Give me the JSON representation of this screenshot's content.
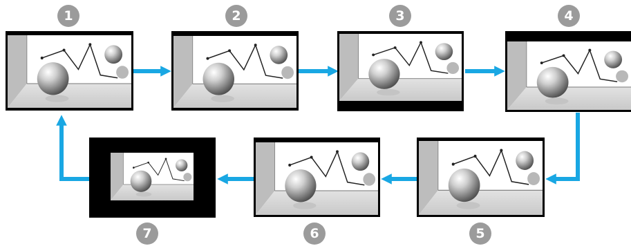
{
  "steps": [
    {
      "number": "1",
      "mode": "normal"
    },
    {
      "number": "2",
      "mode": "letterbox-top"
    },
    {
      "number": "3",
      "mode": "letterbox-both"
    },
    {
      "number": "4",
      "mode": "letterbox-top-thick"
    },
    {
      "number": "5",
      "mode": "normal"
    },
    {
      "number": "6",
      "mode": "letterbox-top-thin"
    },
    {
      "number": "7",
      "mode": "windowbox"
    }
  ],
  "colors": {
    "arrow": "#19a7e3",
    "badge": "#9b9b9b",
    "frame": "#000000",
    "ground": "#dcdcdc"
  },
  "icons": [
    "scene-picture-icon",
    "flow-arrow-icon"
  ]
}
